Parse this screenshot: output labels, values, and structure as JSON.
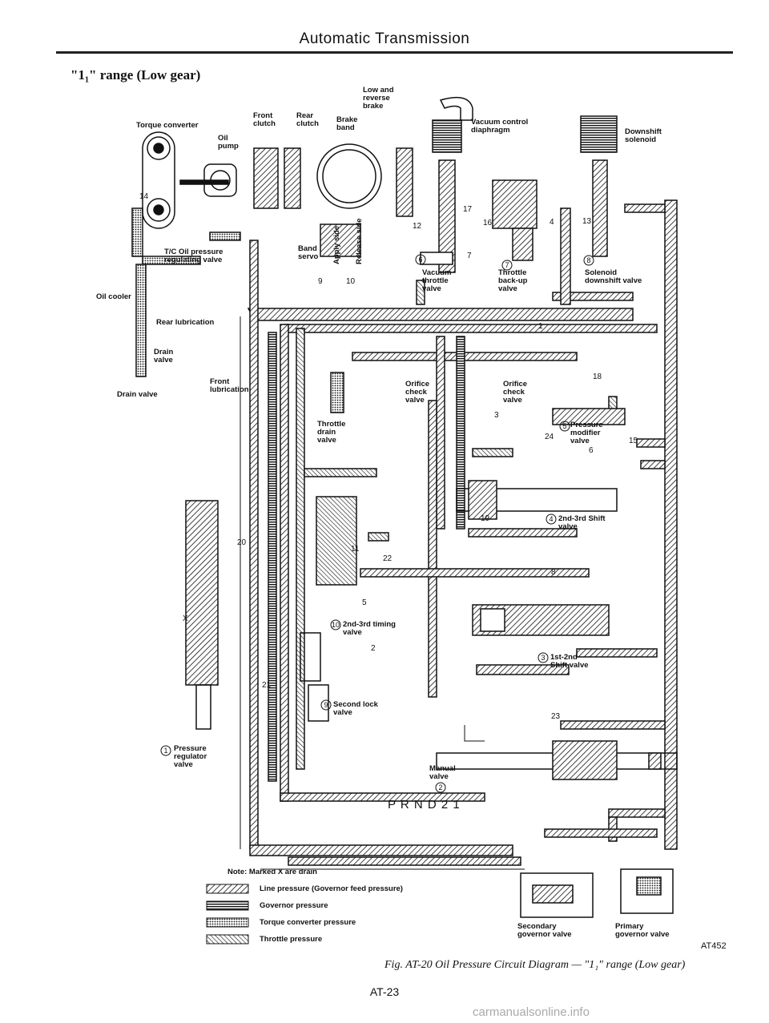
{
  "page": {
    "header": "Automatic Transmission",
    "range_title": "\"1₁\" range (Low gear)",
    "page_number": "AT-23",
    "fig_code": "AT452",
    "caption": "Fig. AT-20 Oil Pressure Circuit Diagram — \"1₁\" range (Low gear)",
    "watermark": "carmanualsonline.info"
  },
  "labels": {
    "torque_converter": "Torque converter",
    "oil_pump": "Oil\npump",
    "front_clutch": "Front\nclutch",
    "rear_clutch": "Rear\nclutch",
    "low_reverse_brake": "Low and\nreverse\nbrake",
    "brake_band": "Brake\nband",
    "vacuum_control": "Vacuum control\ndiaphragm",
    "downshift_solenoid": "Downshift\nsolenoid",
    "tc_valve": "T/C Oil pressure\nregulating valve",
    "band_servo": "Band\nservo",
    "apply_side": "Apply side",
    "release_side": "Release side",
    "oil_cooler": "Oil cooler",
    "vacuum_throttle": "Vacuum\nthrottle\nvalve",
    "throttle_backup": "Throttle\nback-up\nvalve",
    "solenoid_downshift": "Solenoid\ndownshift valve",
    "rear_lubrication": "Rear lubrication",
    "drain_valve_small": "Drain\nvalve",
    "drain_valve": "Drain valve",
    "front_lubrication": "Front\nlubrication",
    "orifice_check_1": "Orifice\ncheck\nvalve",
    "orifice_check_2": "Orifice\ncheck\nvalve",
    "throttle_drain": "Throttle\ndrain\nvalve",
    "pressure_modifier": "Pressure\nmodifier\nvalve",
    "shift_23": "2nd-3rd Shift\nvalve",
    "timing_23": "2nd-3rd timing\nvalve",
    "shift_12": "1st-2nd\nShift valve",
    "second_lock": "Second lock\nvalve",
    "pressure_regulator": "Pressure\nregulator\nvalve",
    "manual_valve": "Manual\nvalve",
    "prnd": "P R N D 2 1",
    "secondary_governor": "Secondary\ngovernor valve",
    "primary_governor": "Primary\ngovernor valve",
    "note": "Note: Marked X are drain"
  },
  "circled": [
    "1",
    "2",
    "3",
    "4",
    "5",
    "6",
    "7",
    "8",
    "9",
    "10"
  ],
  "line_numbers": [
    "14",
    "12",
    "17",
    "16",
    "4",
    "13",
    "7",
    "9",
    "10",
    "8",
    "18",
    "3",
    "24",
    "6",
    "15",
    "22",
    "11",
    "5",
    "19",
    "2",
    "21",
    "20",
    "23",
    "1",
    "X"
  ],
  "legend": [
    {
      "label": "Line pressure (Governor feed pressure)",
      "pattern": "line"
    },
    {
      "label": "Governor pressure",
      "pattern": "governor"
    },
    {
      "label": "Torque converter pressure",
      "pattern": "torque"
    },
    {
      "label": "Throttle pressure",
      "pattern": "throttle"
    }
  ],
  "colors": {
    "ink": "#111111",
    "hatch_bg": "#ffffff"
  }
}
